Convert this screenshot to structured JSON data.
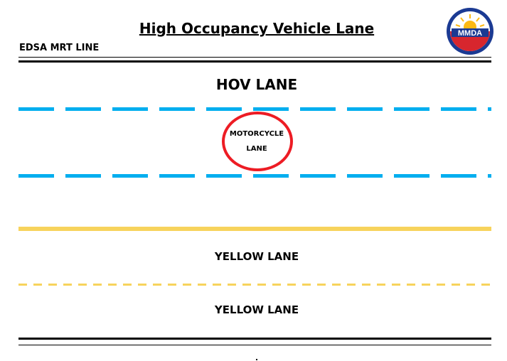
{
  "header": {
    "title": "High Occupancy Vehicle Lane",
    "subtitle": "EDSA MRT LINE",
    "logo_text": "MMDA",
    "logo_icon": "mmda-logo-icon"
  },
  "lanes": {
    "hov_label": "HOV LANE",
    "motorcycle_line1": "MOTORCYCLE",
    "motorcycle_line2": "LANE",
    "yellow_lane_1": "YELLOW LANE",
    "yellow_lane_2": "YELLOW LANE"
  },
  "colors": {
    "hov_dash": "#00AEEF",
    "yellow_line": "#F7D35C",
    "highlight_circle": "#ED1C24",
    "logo_blue": "#1B3A93",
    "logo_red": "#D7262E",
    "logo_sun": "#FDB913"
  }
}
